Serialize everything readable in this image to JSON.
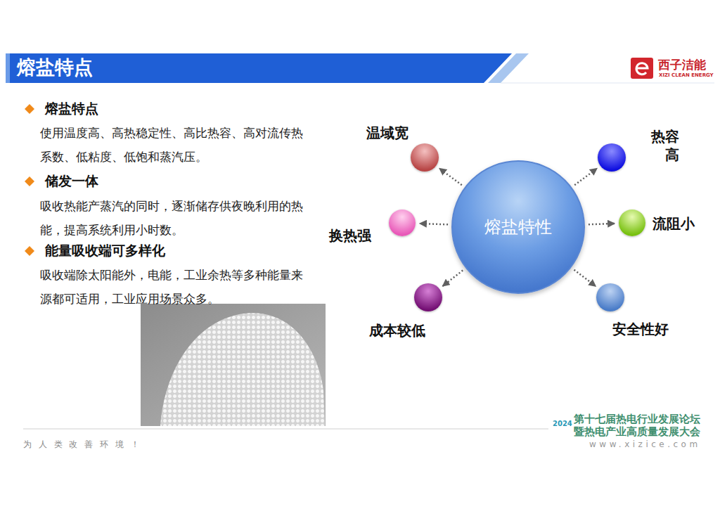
{
  "diagram": {
    "title": "熔盐特点",
    "nodes": [
      {
        "text": [
          "温域宽"
        ]
      },
      {
        "text": [
          "热容 高"
        ]
      },
      {
        "text": [
          "换热强"
        ]
      },
      {
        "text": [
          "熔盐特性"
        ]
      },
      {
        "text": [
          "流阻小"
        ]
      },
      {
        "text": [
          "成本较低"
        ]
      },
      {
        "text": [
          "安全性好"
        ]
      }
    ],
    "edges": [
      {
        "from": 3,
        "to": 0,
        "arrow": "to"
      },
      {
        "from": 3,
        "to": 1,
        "arrow": "to"
      },
      {
        "from": 3,
        "to": 2,
        "arrow": "to"
      },
      {
        "from": 3,
        "to": 4,
        "arrow": "to"
      },
      {
        "from": 3,
        "to": 5,
        "arrow": "to"
      },
      {
        "from": 3,
        "to": 6,
        "arrow": "to"
      }
    ],
    "labels": [
      "西子洁能",
      "XIZI CLEAN ENERGY",
      "熔盐特点",
      "使用温度高、高热稳定性、高比热容、高对流传热系数、低粘度、低饱和蒸汽压。",
      "储发一体",
      "吸收热能产蒸汽的同时，逐渐储存供夜晚利用的热能，提高系统利用小时数。",
      "能量吸收端可多样化",
      "吸收端除太阳能外，电能，工业余热等多种能量来源都可适用，工业应用场景众多。",
      "2024",
      "第十七届热电行业发展论坛",
      "暨热电产业高质量发展大会",
      "为 人 类 改 善 环 境 ！",
      "www.xizice.com"
    ]
  }
}
